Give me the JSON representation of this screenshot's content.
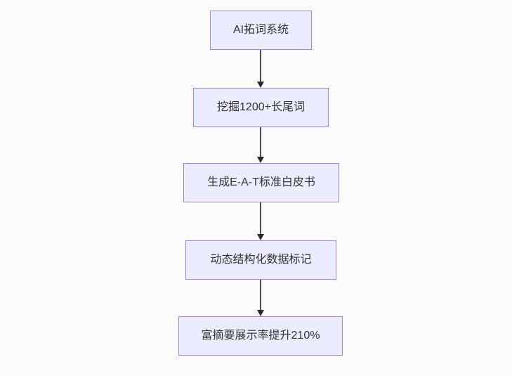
{
  "page": {
    "background_color": "#fafafa"
  },
  "diagram": {
    "type": "flowchart-top-down",
    "node_fill_color": "#ECECFF",
    "node_border_color": "#9370DB",
    "arrow_color": "#333333",
    "text_color": "#333333",
    "nodes": [
      {
        "id": "n1",
        "label": "AI拓词系统"
      },
      {
        "id": "n2",
        "label": "挖掘1200+长尾词"
      },
      {
        "id": "n3",
        "label": "生成E-A-T标准白皮书"
      },
      {
        "id": "n4",
        "label": "动态结构化数据标记"
      },
      {
        "id": "n5",
        "label": "富摘要展示率提升210%"
      }
    ],
    "edges": [
      {
        "from": "n1",
        "to": "n2",
        "arrowhead": "triangle-down"
      },
      {
        "from": "n2",
        "to": "n3",
        "arrowhead": "triangle-down"
      },
      {
        "from": "n3",
        "to": "n4",
        "arrowhead": "triangle-down"
      },
      {
        "from": "n4",
        "to": "n5",
        "arrowhead": "triangle-down"
      }
    ]
  }
}
